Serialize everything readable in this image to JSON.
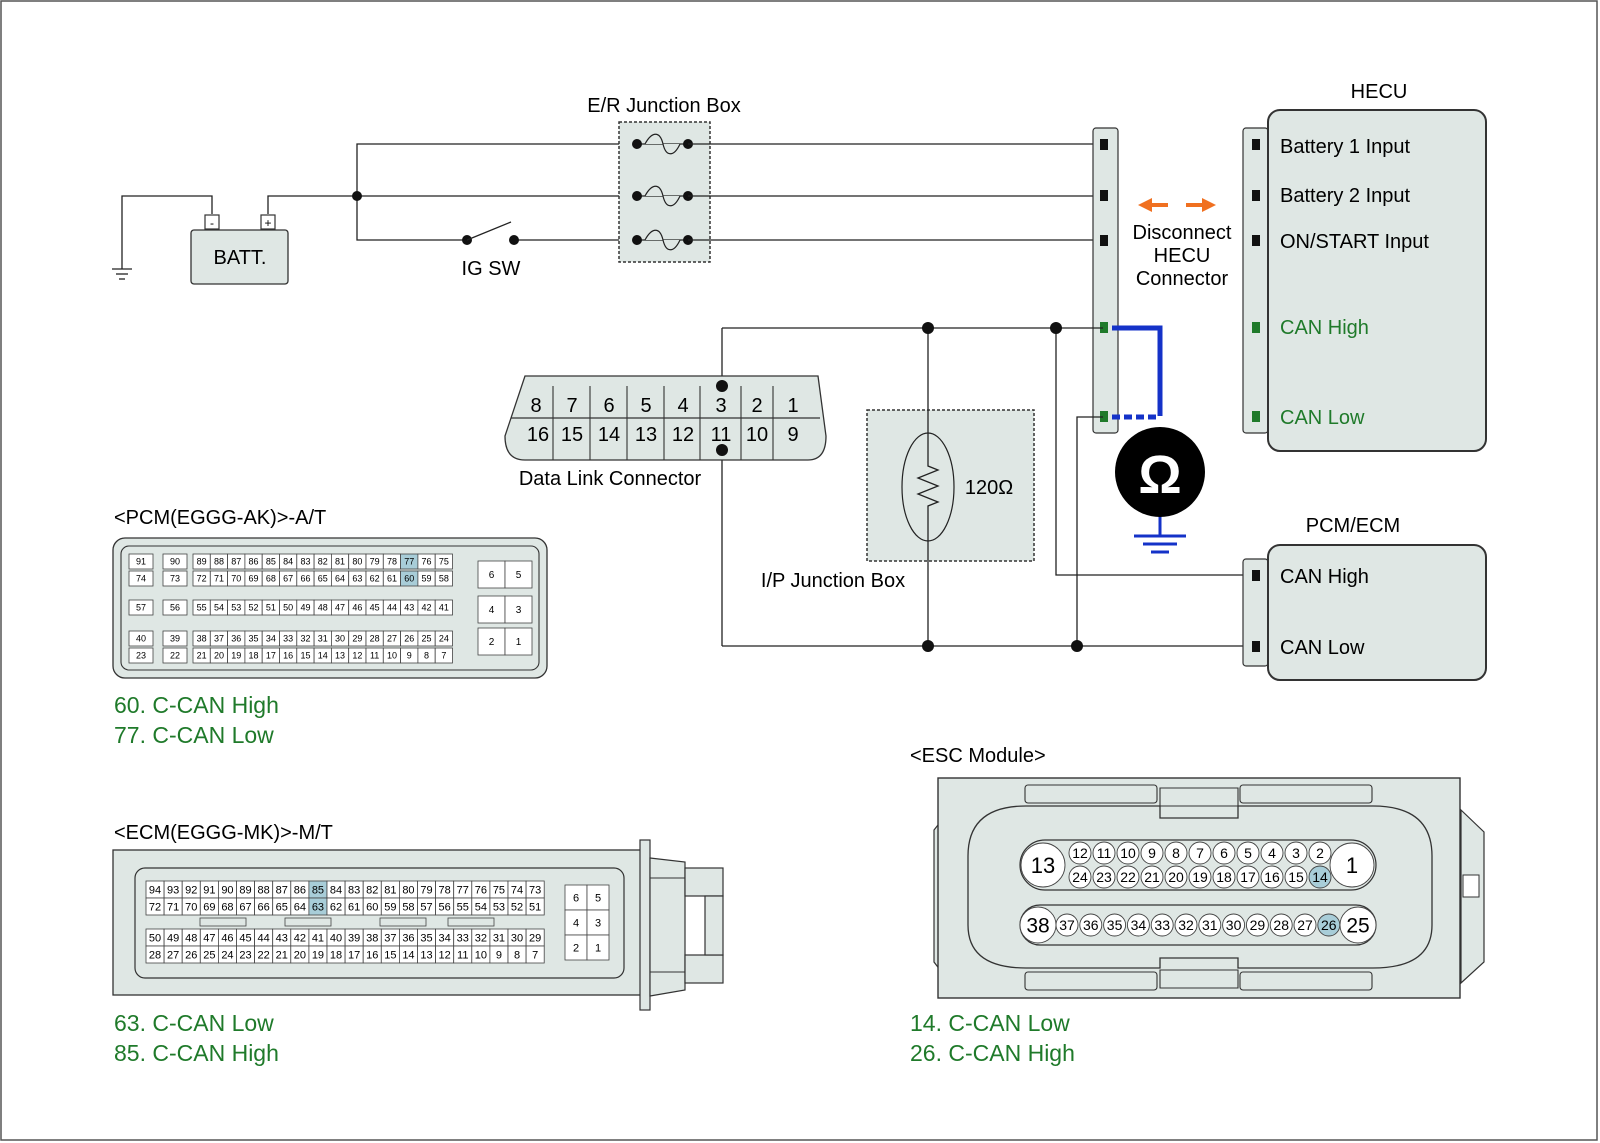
{
  "labels": {
    "er_junction_box": "E/R Junction Box",
    "batt": "BATT.",
    "batt_minus": "-",
    "batt_plus": "+",
    "ig_sw": "IG SW",
    "hecu": "HECU",
    "battery1": "Battery 1 Input",
    "battery2": "Battery 2 Input",
    "on_start": "ON/START Input",
    "can_high": "CAN High",
    "can_low": "CAN Low",
    "disconnect": [
      "Disconnect",
      "HECU",
      "Connector"
    ],
    "dlc": "Data Link Connector",
    "ip_junction_box": "I/P Junction Box",
    "resistor": "120Ω",
    "ohm_symbol": "Ω",
    "pcm_ecm": "PCM/ECM",
    "pcm_ecm_can_high": "CAN High",
    "pcm_ecm_can_low": "CAN Low",
    "pcm_title": "<PCM(EGGG-AK)>-A/T",
    "ecm_title": "<ECM(EGGG-MK)>-M/T",
    "esc_title": "<ESC Module>"
  },
  "dlc_pins": {
    "top": [
      "8",
      "7",
      "6",
      "5",
      "4",
      "3",
      "2",
      "1"
    ],
    "bottom": [
      "16",
      "15",
      "14",
      "13",
      "12",
      "11",
      "10",
      "9"
    ]
  },
  "pcm_notes": [
    "60. C-CAN High",
    "77. C-CAN Low"
  ],
  "ecm_notes": [
    "63. C-CAN Low",
    "85. C-CAN High"
  ],
  "esc_notes": [
    "14. C-CAN Low",
    "26. C-CAN High"
  ],
  "pcm_pins": {
    "r1": [
      "89",
      "88",
      "87",
      "86",
      "85",
      "84",
      "83",
      "82",
      "81",
      "80",
      "79",
      "78",
      "77",
      "76",
      "75"
    ],
    "r2": [
      "72",
      "71",
      "70",
      "69",
      "68",
      "67",
      "66",
      "65",
      "64",
      "63",
      "62",
      "61",
      "60",
      "59",
      "58"
    ],
    "r3": [
      "55",
      "54",
      "53",
      "52",
      "51",
      "50",
      "49",
      "48",
      "47",
      "46",
      "45",
      "44",
      "43",
      "42",
      "41"
    ],
    "r4": [
      "38",
      "37",
      "36",
      "35",
      "34",
      "33",
      "32",
      "31",
      "30",
      "29",
      "28",
      "27",
      "26",
      "25",
      "24"
    ],
    "r5": [
      "21",
      "20",
      "19",
      "18",
      "17",
      "16",
      "15",
      "14",
      "13",
      "12",
      "11",
      "10",
      "9",
      "8",
      "7"
    ],
    "left": [
      "91",
      "74",
      "57",
      "40",
      "23"
    ],
    "mid": [
      "90",
      "73",
      "56",
      "39",
      "22"
    ],
    "right": [
      "6",
      "5",
      "4",
      "3",
      "2",
      "1"
    ],
    "highlight": [
      "77",
      "60"
    ]
  },
  "ecm_pins": {
    "r1": [
      "94",
      "93",
      "92",
      "91",
      "90",
      "89",
      "88",
      "87",
      "86",
      "85",
      "84",
      "83",
      "82",
      "81",
      "80",
      "79",
      "78",
      "77",
      "76",
      "75",
      "74",
      "73"
    ],
    "r2": [
      "72",
      "71",
      "70",
      "69",
      "68",
      "67",
      "66",
      "65",
      "64",
      "63",
      "62",
      "61",
      "60",
      "59",
      "58",
      "57",
      "56",
      "55",
      "54",
      "53",
      "52",
      "51"
    ],
    "r3": [
      "50",
      "49",
      "48",
      "47",
      "46",
      "45",
      "44",
      "43",
      "42",
      "41",
      "40",
      "39",
      "38",
      "37",
      "36",
      "35",
      "34",
      "33",
      "32",
      "31",
      "30",
      "29"
    ],
    "r4": [
      "28",
      "27",
      "26",
      "25",
      "24",
      "23",
      "22",
      "21",
      "20",
      "19",
      "18",
      "17",
      "16",
      "15",
      "14",
      "13",
      "12",
      "11",
      "10",
      "9",
      "8",
      "7"
    ],
    "right": [
      "6",
      "5",
      "4",
      "3",
      "2",
      "1"
    ],
    "highlight": [
      "85",
      "63"
    ]
  },
  "esc_pins": {
    "r1": [
      "12",
      "11",
      "10",
      "9",
      "8",
      "7",
      "6",
      "5",
      "4",
      "3",
      "2"
    ],
    "r2": [
      "24",
      "23",
      "22",
      "21",
      "20",
      "19",
      "18",
      "17",
      "16",
      "15",
      "14"
    ],
    "r3": [
      "37",
      "36",
      "35",
      "34",
      "33",
      "32",
      "31",
      "30",
      "29",
      "28",
      "27",
      "26"
    ],
    "big": [
      "13",
      "1",
      "38",
      "25"
    ],
    "highlight": [
      "14",
      "26"
    ]
  },
  "colors": {
    "connector_fill": "#dfe7e4",
    "highlight": "#a8cdd8",
    "can_green": "#1f7a2a",
    "probe_blue": "#1432c8",
    "arrow_orange": "#f07020",
    "wire": "#222222"
  }
}
